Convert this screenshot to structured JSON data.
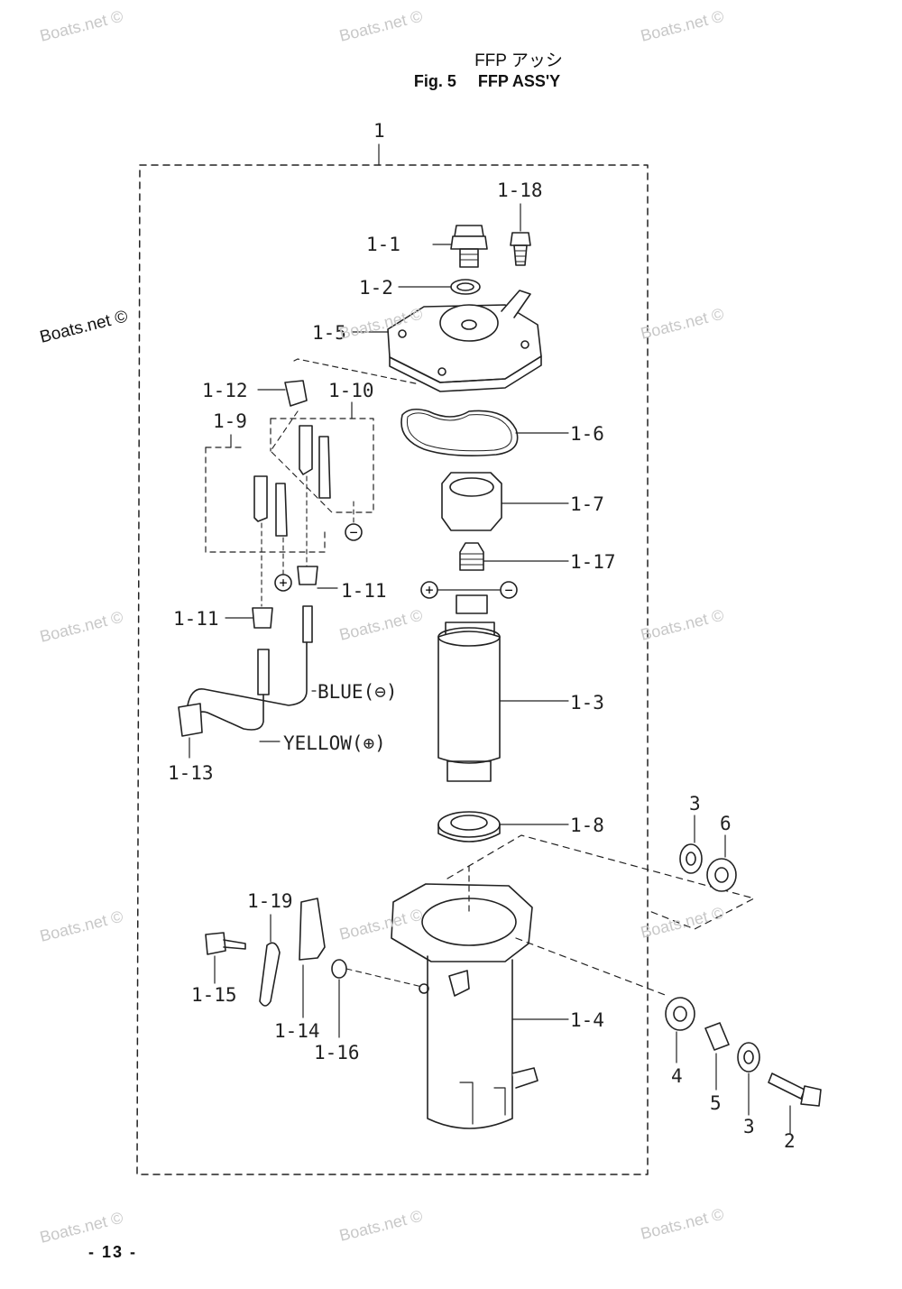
{
  "header": {
    "title_jp": "FFP アッシ",
    "fig_number": "Fig. 5",
    "fig_title": "FFP ASS'Y"
  },
  "watermark": {
    "text": "Boats.net ©"
  },
  "page_number": "- 13 -",
  "callouts": {
    "assembly": "1",
    "c1_1": "1-1",
    "c1_2": "1-2",
    "c1_3": "1-3",
    "c1_4": "1-4",
    "c1_5": "1-5",
    "c1_6": "1-6",
    "c1_7": "1-7",
    "c1_8": "1-8",
    "c1_9": "1-9",
    "c1_10": "1-10",
    "c1_11a": "1-11",
    "c1_11b": "1-11",
    "c1_12": "1-12",
    "c1_13": "1-13",
    "c1_14": "1-14",
    "c1_15": "1-15",
    "c1_16": "1-16",
    "c1_17": "1-17",
    "c1_18": "1-18",
    "c1_19": "1-19",
    "p2": "2",
    "p3a": "3",
    "p3b": "3",
    "p4": "4",
    "p5": "5",
    "p6": "6"
  },
  "wires": {
    "blue": "BLUE(⊖)",
    "yellow": "YELLOW(⊕)"
  },
  "polarity": {
    "plus": "+",
    "minus": "−"
  }
}
